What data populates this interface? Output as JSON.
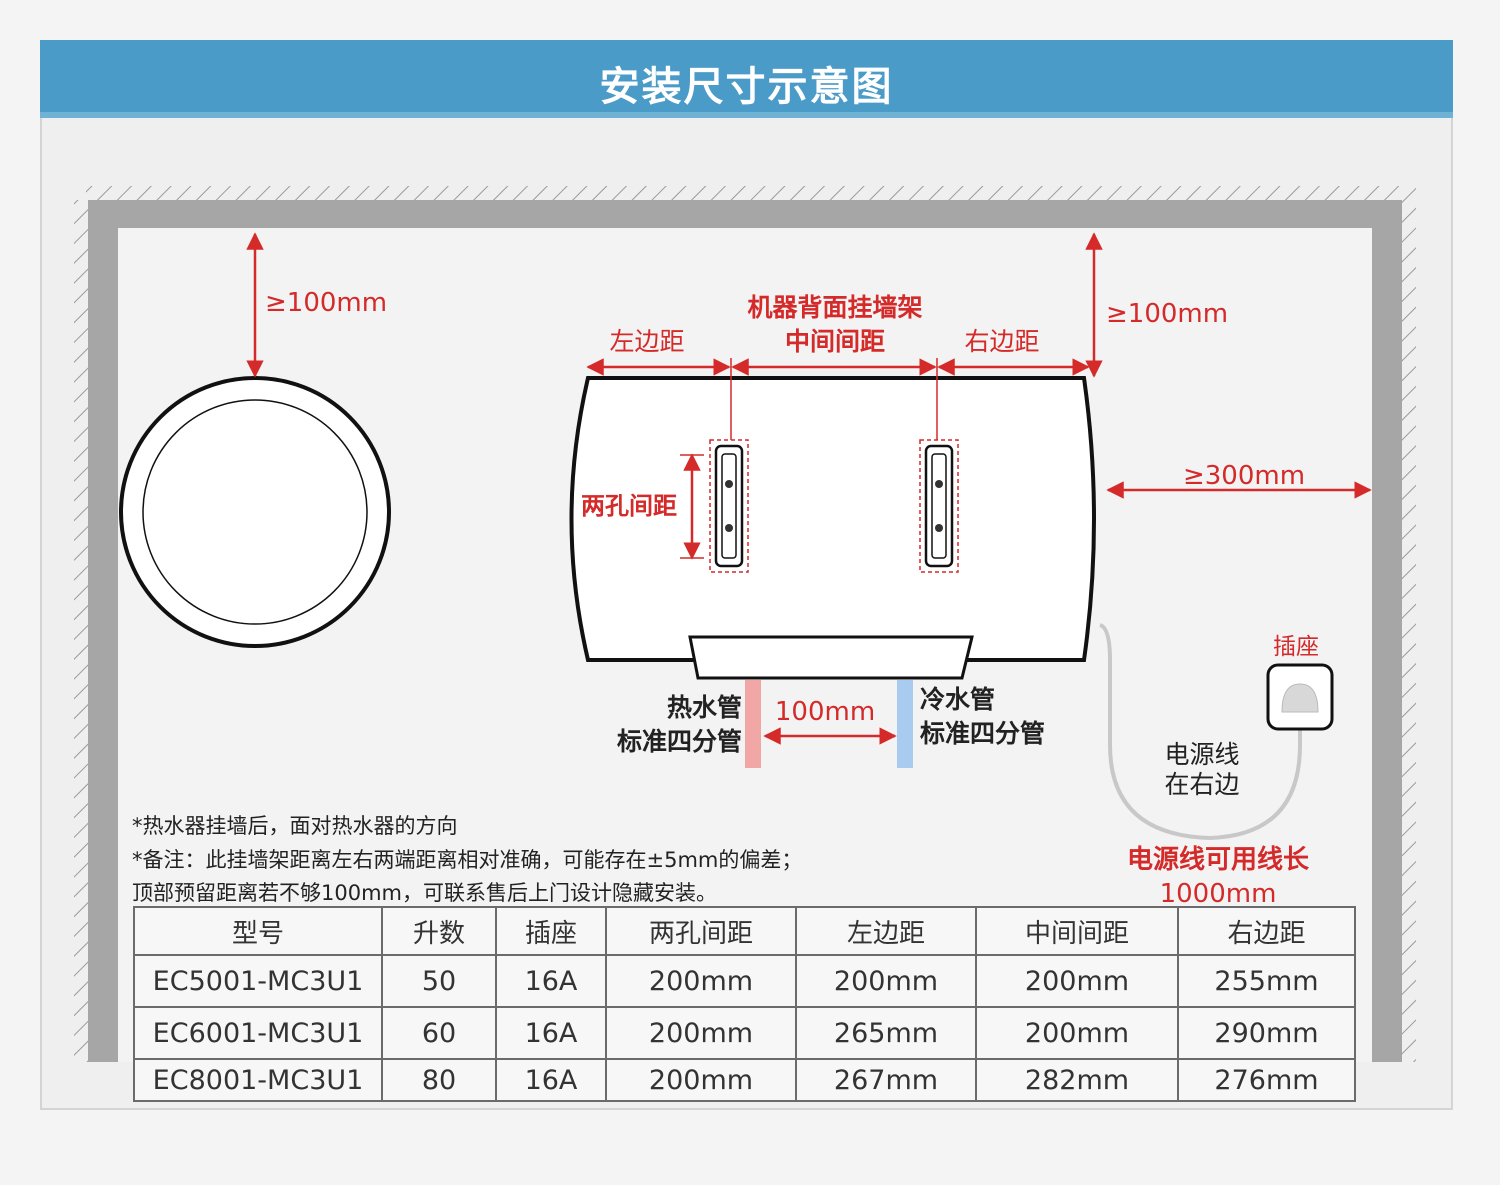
{
  "title": "安装尺寸示意图",
  "diagram": {
    "side_clearance_top": "≥100mm",
    "rear_bracket_label_1": "机器背面挂墙架",
    "rear_bracket_label_2": "中间间距",
    "left_margin_label": "左边距",
    "right_margin_label": "右边距",
    "top_clearance": "≥100mm",
    "right_clearance": "≥300mm",
    "two_hole_label": "两孔间距",
    "hot_pipe_1": "热水管",
    "hot_pipe_2": "标准四分管",
    "cold_pipe_1": "冷水管",
    "cold_pipe_2": "标准四分管",
    "pipe_gap": "100mm",
    "socket_label": "插座",
    "power_cord_1": "电源线",
    "power_cord_2": "在右边",
    "cord_length_1": "电源线可用线长",
    "cord_length_2": "1000mm",
    "colors": {
      "hot_pipe": "#f2a7a7",
      "cold_pipe": "#a9cbef",
      "accent_red": "#d42a2a",
      "banner": "#4a9bc8",
      "wall": "#a6a6a6"
    }
  },
  "notes": [
    "*热水器挂墙后，面对热水器的方向",
    "*备注：此挂墙架距离左右两端距离相对准确，可能存在±5mm的偏差；",
    "顶部预留距离若不够100mm，可联系售后上门设计隐藏安装。"
  ],
  "table": {
    "headers": [
      "型号",
      "升数",
      "插座",
      "两孔间距",
      "左边距",
      "中间间距",
      "右边距"
    ],
    "rows": [
      [
        "EC5001-MC3U1",
        "50",
        "16A",
        "200mm",
        "200mm",
        "200mm",
        "255mm"
      ],
      [
        "EC6001-MC3U1",
        "60",
        "16A",
        "200mm",
        "265mm",
        "200mm",
        "290mm"
      ],
      [
        "EC8001-MC3U1",
        "80",
        "16A",
        "200mm",
        "267mm",
        "282mm",
        "276mm"
      ]
    ]
  }
}
